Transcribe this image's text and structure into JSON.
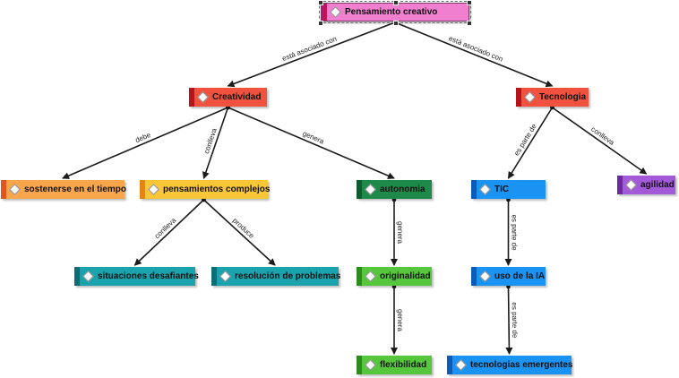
{
  "nodes": [
    {
      "id": "pensamiento",
      "label": "Pensamiento creativo",
      "color": "#f07fcf",
      "band": "#c0135d"
    },
    {
      "id": "creatividad",
      "label": "Creatividad",
      "color": "#f0523f",
      "band": "#b3151a"
    },
    {
      "id": "tecnologia",
      "label": "Tecnologia",
      "color": "#f0523f",
      "band": "#b3151a"
    },
    {
      "id": "sostenerse",
      "label": "sostenerse en el tiempo",
      "color": "#f7a64c",
      "band": "#e2561e"
    },
    {
      "id": "pensamientos",
      "label": "pensamientos complejos",
      "color": "#f9c637",
      "band": "#e38415"
    },
    {
      "id": "autonomia",
      "label": "autonomia",
      "color": "#1d8a4a",
      "band": "#0f5a2f"
    },
    {
      "id": "tic",
      "label": "TIC",
      "color": "#1b93f2",
      "band": "#0b5cb8"
    },
    {
      "id": "agilidad",
      "label": "agilidad",
      "color": "#a35ad8",
      "band": "#6b2aa0"
    },
    {
      "id": "situaciones",
      "label": "situaciones desafiantes",
      "color": "#1aa3ad",
      "band": "#0c6d77"
    },
    {
      "id": "resolucion",
      "label": "resolución de problemas",
      "color": "#1aa3ad",
      "band": "#0c6d77"
    },
    {
      "id": "originalidad",
      "label": "originalidad",
      "color": "#56c73d",
      "band": "#2d8a1c"
    },
    {
      "id": "uso_ia",
      "label": "uso de la IA",
      "color": "#1b93f2",
      "band": "#0b5cb8"
    },
    {
      "id": "flexibilidad",
      "label": "flexibilidad",
      "color": "#56c73d",
      "band": "#2d8a1c"
    },
    {
      "id": "tecnologias",
      "label": "tecnologias emergentes",
      "color": "#1b93f2",
      "band": "#0b5cb8"
    }
  ],
  "edges": [
    {
      "from": "pensamiento",
      "to": "creatividad",
      "label": "está asociado con"
    },
    {
      "from": "pensamiento",
      "to": "tecnologia",
      "label": "está asociado con"
    },
    {
      "from": "creatividad",
      "to": "sostenerse",
      "label": "debe"
    },
    {
      "from": "creatividad",
      "to": "pensamientos",
      "label": "conlleva"
    },
    {
      "from": "creatividad",
      "to": "autonomia",
      "label": "genera"
    },
    {
      "from": "tecnologia",
      "to": "tic",
      "label": "es parte de"
    },
    {
      "from": "tecnologia",
      "to": "agilidad",
      "label": "conlleva"
    },
    {
      "from": "pensamientos",
      "to": "situaciones",
      "label": "conlleva"
    },
    {
      "from": "pensamientos",
      "to": "resolucion",
      "label": "produce"
    },
    {
      "from": "autonomia",
      "to": "originalidad",
      "label": "genera"
    },
    {
      "from": "originalidad",
      "to": "flexibilidad",
      "label": "genera"
    },
    {
      "from": "tic",
      "to": "uso_ia",
      "label": "es parte de"
    },
    {
      "from": "uso_ia",
      "to": "tecnologias",
      "label": "es parte de"
    }
  ]
}
